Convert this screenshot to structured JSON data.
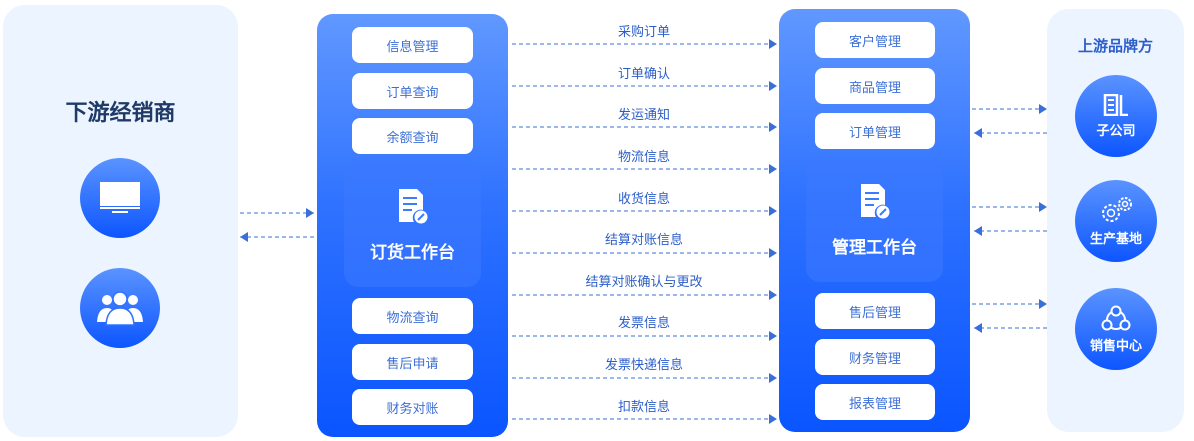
{
  "downstream": {
    "title": "下游经销商",
    "icons": [
      "monitor-icon",
      "users-icon"
    ]
  },
  "order_workbench": {
    "title": "订货工作台",
    "top_items": [
      "信息管理",
      "订单查询",
      "余额查询"
    ],
    "bottom_items": [
      "物流查询",
      "售后申请",
      "财务对账"
    ]
  },
  "flows": [
    "采购订单",
    "订单确认",
    "发运通知",
    "物流信息",
    "收货信息",
    "结算对账信息",
    "结算对账确认与更改",
    "发票信息",
    "发票快递信息",
    "扣款信息"
  ],
  "manage_workbench": {
    "title": "管理工作台",
    "top_items": [
      "客户管理",
      "商品管理",
      "订单管理"
    ],
    "bottom_items": [
      "售后管理",
      "财务管理",
      "报表管理"
    ]
  },
  "upstream": {
    "title": "上游品牌方",
    "nodes": [
      {
        "label": "子公司",
        "icon": "building-icon"
      },
      {
        "label": "生产基地",
        "icon": "gears-icon"
      },
      {
        "label": "销售中心",
        "icon": "network-icon"
      }
    ]
  },
  "colors": {
    "accent": "#1c62ff",
    "arrow": "#3a6fd8",
    "panel": "#ecf4ff"
  }
}
